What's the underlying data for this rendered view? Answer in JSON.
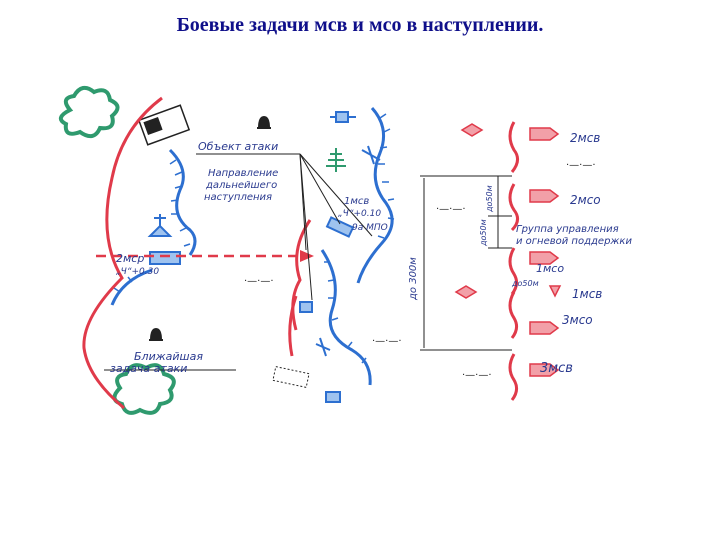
{
  "title": "Боевые задачи мсв  и мсо в наступлении.",
  "colors": {
    "title": "#0f0f8a",
    "friendly": "#e03a4a",
    "enemy": "#2d6fd0",
    "terrain_green": "#2f9a6e",
    "text": "#2a3a8f"
  },
  "labels": {
    "attack_object": "Объект атаки",
    "direction_further_1": "Направление",
    "direction_further_2": "дальнейшего",
    "direction_further_3": "наступления",
    "msv1": "1мсв",
    "msv1_time": "„Ч“+0.10",
    "msv1_mpo": "9а МПО",
    "msr2": "2мср",
    "msr2_time": "„Ч“+0.30",
    "immediate_task_1": "Ближайшая",
    "immediate_task_2": "задача атаки",
    "msv2": "2мсв",
    "mso2": "2мсо",
    "control_group_1": "Группа управления",
    "control_group_2": "и огневой поддержки",
    "mso1": "1мсо",
    "msv1_right": "1мсв",
    "mso3": "3мсо",
    "msv3": "3мсв",
    "dist_300": "до 300м",
    "dist_50_top": "до50м",
    "dist_50_mid": "до50м",
    "dist_50_bot": "до50м"
  }
}
